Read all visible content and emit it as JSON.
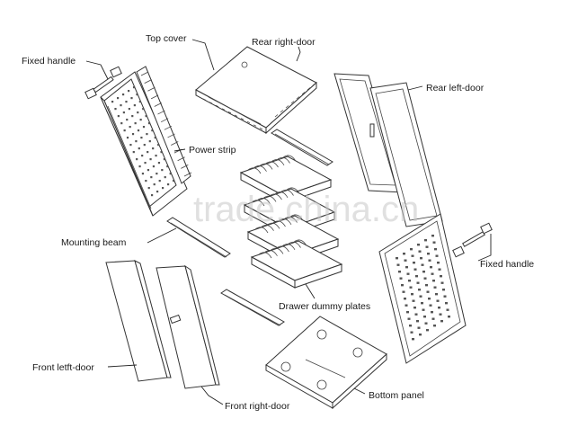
{
  "labels": {
    "top_cover": "Top cover",
    "rear_right_door": "Rear right-door",
    "fixed_handle_left": "Fixed handle",
    "rear_left_door": "Rear left-door",
    "power_strip": "Power strip",
    "mounting_beam": "Mounting beam",
    "fixed_handle_right": "Fixed handle",
    "drawer_dummy_plates": "Drawer dummy plates",
    "front_left_door": "Front letft-door",
    "front_right_door": "Front right-door",
    "bottom_panel": "Bottom panel"
  },
  "watermark": "trade.china.cn"
}
